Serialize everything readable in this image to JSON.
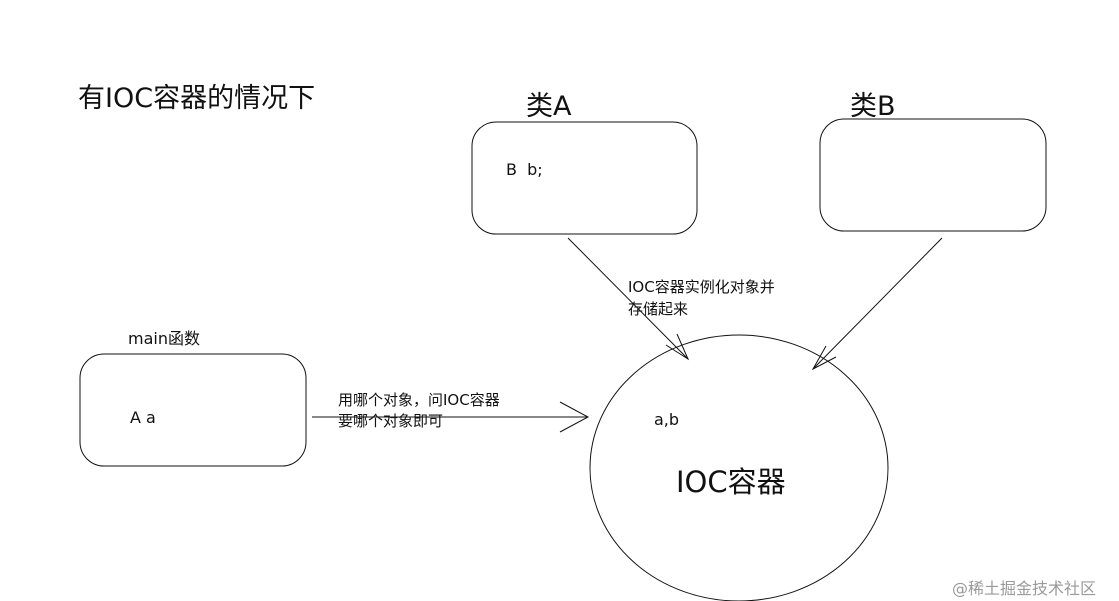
{
  "diagram": {
    "title": "有IOC容器的情况下",
    "class_a": {
      "title": "类A",
      "body": "B  b;"
    },
    "class_b": {
      "title": "类B"
    },
    "main_fn": {
      "title": "main函数",
      "body": "A a"
    },
    "ioc_container": {
      "objects": "a,b",
      "name": "IOC容器"
    },
    "edges": {
      "class_a_to_ioc": {
        "label_line1": "IOC容器实例化对象并",
        "label_line2": "存储起来"
      },
      "main_to_ioc": {
        "label_line1": "用哪个对象，问IOC容器",
        "label_line2": "要哪个对象即可"
      }
    }
  },
  "watermark": "@稀土掘金技术社区",
  "colors": {
    "stroke": "#111111",
    "text": "#111111",
    "watermark": "#9a9a9a"
  }
}
